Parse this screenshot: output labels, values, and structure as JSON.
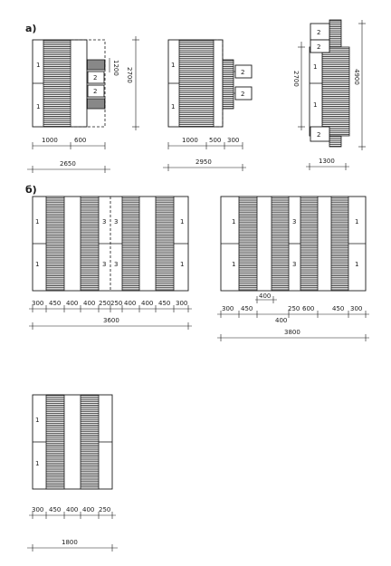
{
  "section_labels": {
    "a": "а)",
    "b": "б)"
  },
  "fig_a1": {
    "zones": [
      "1",
      "1"
    ],
    "items": [
      "2",
      "2"
    ],
    "small_dim": "1200",
    "height_dim": "2700",
    "bottom_dims": [
      "1000",
      "600"
    ],
    "total": "2650"
  },
  "fig_a2": {
    "zones": [
      "1",
      "1"
    ],
    "items": [
      "2",
      "2"
    ],
    "bottom_dims": [
      "1000",
      "500",
      "300"
    ],
    "total": "2950"
  },
  "fig_a3": {
    "zones": [
      "2",
      "2",
      "1",
      "1",
      "2"
    ],
    "height_dim_inner": "2700",
    "height_dim_outer": "4900",
    "bottom_dim": "1300"
  },
  "fig_b1": {
    "zones": [
      "1",
      "1",
      "3",
      "3",
      "3",
      "3",
      "1",
      "1"
    ],
    "dims": [
      "300",
      "450",
      "400",
      "400",
      "250",
      "250",
      "400",
      "400",
      "450",
      "300"
    ],
    "total": "3600"
  },
  "fig_b2": {
    "zones": [
      "1",
      "1",
      "3",
      "3",
      "1",
      "1"
    ],
    "top_dim": "400",
    "dims": [
      "300",
      "450",
      "250",
      "600",
      "450",
      "300"
    ],
    "under_dim": "400",
    "total": "3800"
  },
  "fig_b3": {
    "zones": [
      "1",
      "1"
    ],
    "dims": [
      "300",
      "450",
      "400",
      "400",
      "250"
    ],
    "total": "1800"
  }
}
